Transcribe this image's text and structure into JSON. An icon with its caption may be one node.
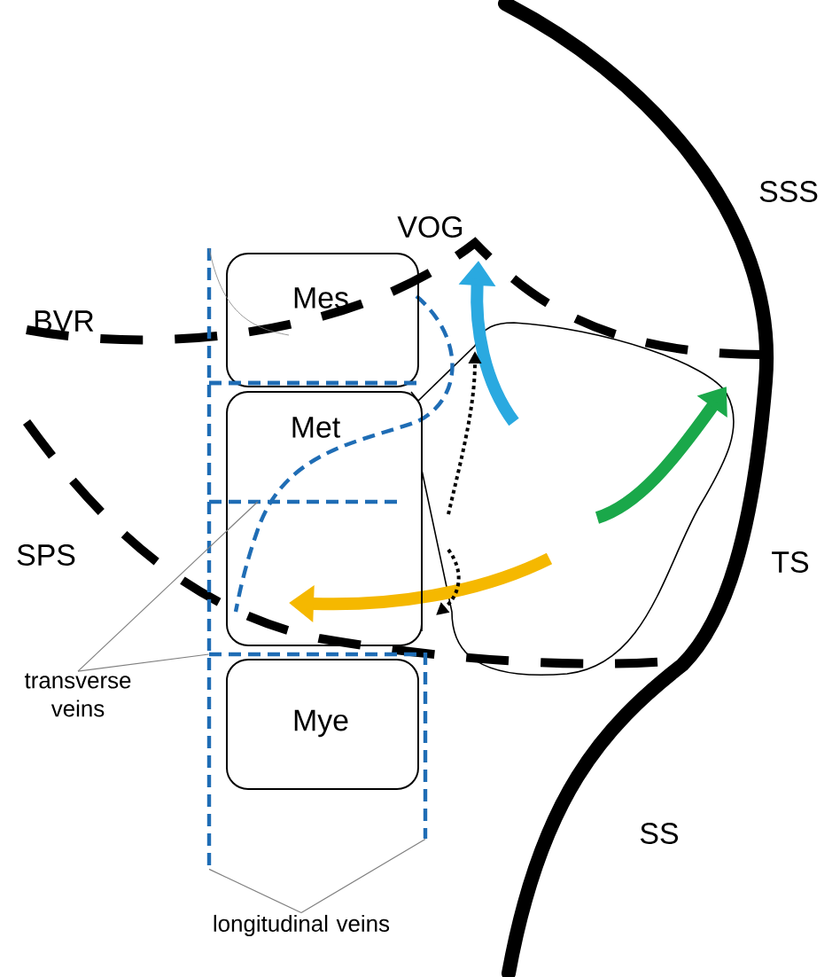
{
  "diagram": {
    "nodes": [
      {
        "text": [
          "Mes"
        ]
      },
      {
        "text": [
          "Met"
        ]
      },
      {
        "text": [
          "Mye"
        ]
      },
      {
        "text": [
          "transverse veins"
        ]
      },
      {
        "text": [
          "longitudinal veins"
        ]
      },
      {
        "text": [],
        "shape": "line"
      },
      {
        "text": [],
        "shape": "line"
      },
      {
        "text": [],
        "shape": "line"
      },
      {
        "text": [],
        "shape": "line"
      },
      {
        "text": [],
        "shape": "line"
      }
    ],
    "edges": [
      {
        "from": 3,
        "to": 8,
        "arrow": "none"
      },
      {
        "from": 3,
        "to": 9,
        "arrow": "none"
      },
      {
        "from": 4,
        "to": 5,
        "arrow": "none"
      },
      {
        "from": 4,
        "to": 6,
        "arrow": "none"
      },
      {
        "from": 5,
        "to": 0,
        "arrow": "none"
      }
    ],
    "labels": [
      "VOG",
      "BVR",
      "SPS",
      "SSS",
      "TS",
      "SS"
    ]
  }
}
